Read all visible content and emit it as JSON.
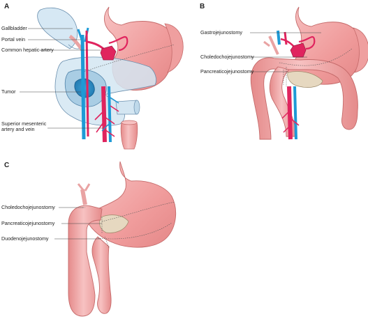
{
  "panels": {
    "a": {
      "letter": "A",
      "labels": {
        "gallbladder": "Gallbladder",
        "portal_vein": "Portal vein",
        "common_hepatic_artery": "Common hepatic artery",
        "tumor": "Tumor",
        "smv_line1": "Superior mesenteric",
        "smv_line2": "artery and vein"
      }
    },
    "b": {
      "letter": "B",
      "labels": {
        "gastrojejunostomy": "Gastrojejunostomy",
        "choledochojejunostomy": "Choledochojejunostomy",
        "pancreaticojejunostomy": "Pancreaticojejunostomy"
      }
    },
    "c": {
      "letter": "C",
      "labels": {
        "choledochojejunostomy": "Choledochojejunostomy",
        "pancreaticojejunostomy": "Pancreaticojejunostomy",
        "duodenojejunostomy": "Duodenojejunostomy"
      }
    }
  },
  "colors": {
    "bowel": "#f2a7a7",
    "bowel_edge": "#c56a6a",
    "artery": "#e0245e",
    "vein": "#1e9ad6",
    "pancreas_shaded": "#cfe2ee",
    "tumor": "#2f8fc4",
    "pancreas_remnant": "#e6d8c0",
    "gallbladder": "#d4e6f2"
  }
}
